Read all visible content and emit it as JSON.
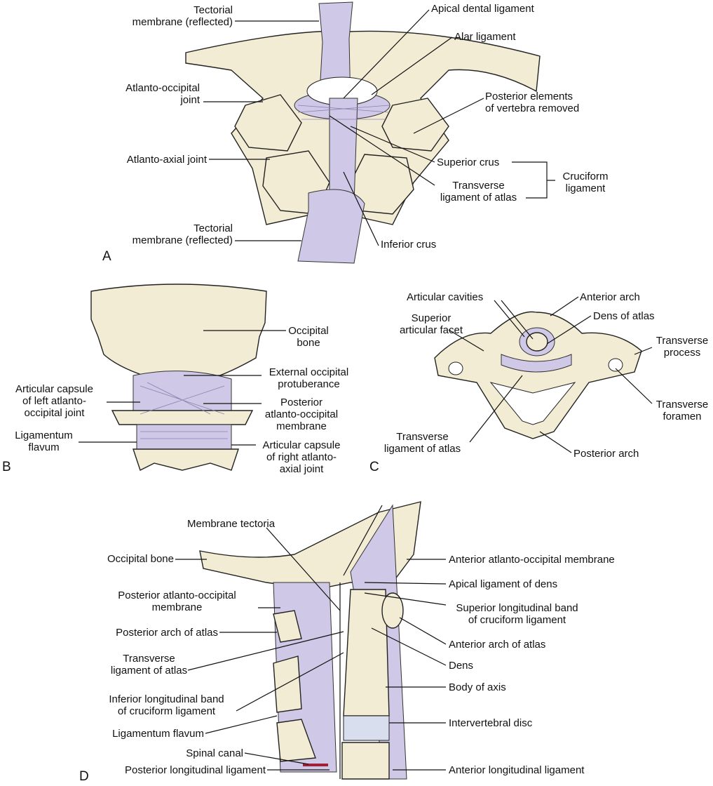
{
  "panel_a": {
    "letter": "A",
    "labels": {
      "tectorial_top": "Tectorial\nmembrane (reflected)",
      "apical_dental": "Apical dental ligament",
      "alar": "Alar ligament",
      "atlanto_occipital_joint": "Atlanto-occipital\njoint",
      "posterior_elements": "Posterior elements\nof vertebra removed",
      "atlanto_axial_joint": "Atlanto-axial joint",
      "superior_crus": "Superior crus",
      "transverse_ligament": "Transverse\nligament of atlas",
      "cruciform": "Cruciform\nligament",
      "tectorial_bottom": "Tectorial\nmembrane (reflected)",
      "inferior_crus": "Inferior crus"
    }
  },
  "panel_b": {
    "letter": "B",
    "labels": {
      "occipital_bone": "Occipital\nbone",
      "external_protuberance": "External occipital\nprotuberance",
      "capsule_left": "Articular capsule\nof left atlanto-\noccipital joint",
      "posterior_membrane": "Posterior\natlanto-occipital\nmembrane",
      "ligamentum_flavum": "Ligamentum\nflavum",
      "capsule_right": "Articular capsule\nof right atlanto-\naxial joint"
    }
  },
  "panel_c": {
    "letter": "C",
    "labels": {
      "articular_cavities": "Articular cavities",
      "anterior_arch": "Anterior arch",
      "dens": "Dens of atlas",
      "superior_facet": "Superior\narticular facet",
      "transverse_process": "Transverse\nprocess",
      "transverse_foramen": "Transverse\nforamen",
      "transverse_ligament": "Transverse\nligament of atlas",
      "posterior_arch": "Posterior arch"
    }
  },
  "panel_d": {
    "letter": "D",
    "labels": {
      "membrane_tectoria": "Membrane tectoria",
      "occipital_bone": "Occipital bone",
      "posterior_membrane": "Posterior atlanto-occipital\nmembrane",
      "posterior_arch": "Posterior arch of atlas",
      "transverse_ligament": "Transverse\nligament of atlas",
      "inferior_band": "Inferior longitudinal band\nof cruciform ligament",
      "ligamentum_flavum": "Ligamentum flavum",
      "spinal_canal": "Spinal canal",
      "posterior_longitudinal": "Posterior longitudinal ligament",
      "anterior_membrane": "Anterior atlanto-occipital membrane",
      "apical_ligament": "Apical ligament of dens",
      "superior_band": "Superior longitudinal band\nof cruciform ligament",
      "anterior_arch": "Anterior arch of atlas",
      "dens": "Dens",
      "body_axis": "Body of axis",
      "disc": "Intervertebral disc",
      "anterior_longitudinal": "Anterior longitudinal ligament"
    }
  },
  "colors": {
    "bone": "#f3ecd4",
    "ligament": "#cfc8e6",
    "spinal_canal_marker": "#a0203a"
  }
}
